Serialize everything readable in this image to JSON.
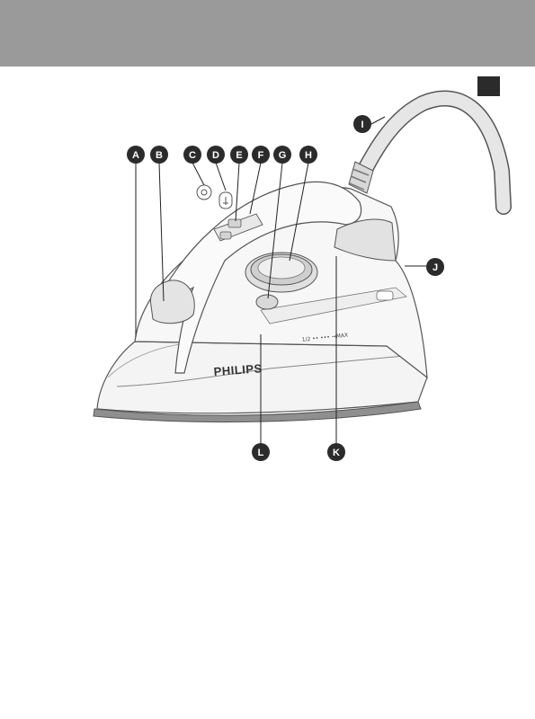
{
  "brand": "PHILIPS",
  "labels": {
    "A": "A",
    "B": "B",
    "C": "C",
    "D": "D",
    "E": "E",
    "F": "F",
    "G": "G",
    "H": "H",
    "I": "I",
    "J": "J",
    "K": "K",
    "L": "L"
  },
  "dial_marks": "1/2 •• ••• →MAX",
  "colors": {
    "header": "#9a9a9a",
    "marker": "#2b2b2b",
    "outline": "#555555"
  }
}
